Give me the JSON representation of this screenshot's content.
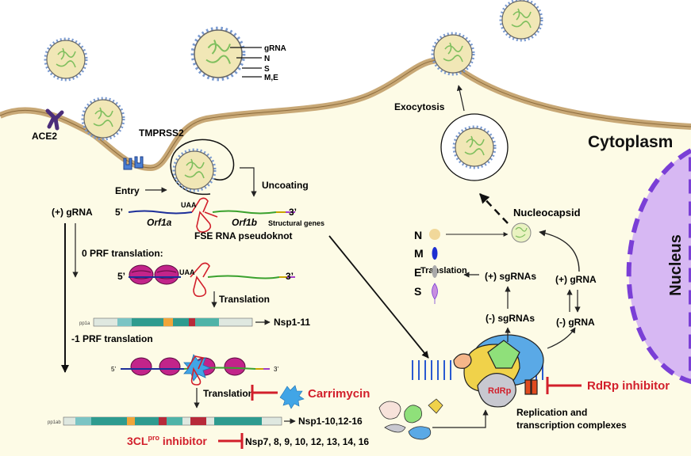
{
  "regions": {
    "cytoplasm": "Cytoplasm",
    "nucleus": "Nucleus"
  },
  "virion_legend": {
    "grna": "gRNA",
    "n": "N",
    "s": "S",
    "me": "M,E"
  },
  "receptors": {
    "ace2": "ACE2",
    "tmprss2": "TMPRSS2"
  },
  "steps": {
    "entry": "Entry",
    "uncoating": "Uncoating",
    "exocytosis": "Exocytosis",
    "nucleocapsid": "Nucleocapsid"
  },
  "genome": {
    "five_prime": "5’",
    "three_prime": "3’",
    "orf1a": "Orf1a",
    "orf1b": "Orf1b",
    "uaa": "UAA",
    "structural_genes": "Structural genes",
    "fse": "FSE RNA pseudoknot"
  },
  "translation": {
    "plus_grna": "(+) gRNA",
    "prf0": "0 PRF translation:",
    "prf1": "-1 PRF translation",
    "translation": "Translation",
    "nsp1_11": "Nsp1-11",
    "nsp1_16": "Nsp1-10,12-16",
    "carrimycin": "Carrimycin",
    "inhibitor_3cl": "3CL",
    "inhibitor_3cl_sup": "pro",
    "inhibitor_3cl_suffix": " inhibitor",
    "nsp_targets": "Nsp7, 8, 9, 10, 12, 13, 14, 16",
    "polyprotein_1a": "pp1a",
    "polyprotein_1ab": "pp1ab"
  },
  "replication": {
    "proteins": [
      "N",
      "M",
      "E",
      "S"
    ],
    "translation": "Translation",
    "plus_sg": "(+) sgRNAs",
    "minus_sg": "(-) sgRNAs",
    "plus_g": "(+) gRNA",
    "minus_g": "(-) gRNA",
    "rdrp": "RdRp",
    "rdrp_inhibitor": "RdRp inhibitor",
    "rtc": "Replication and",
    "rtc2": "transcription complexes"
  },
  "colors": {
    "cell_fill": "#fdfbe6",
    "membrane": "#c8a876",
    "virus_core": "#f1e7b6",
    "spike": "#c88ee0",
    "inhibitor_red": "#d21f2b",
    "nucleus": "#d7b8f3",
    "nucleus_border": "#7a3fd6"
  }
}
